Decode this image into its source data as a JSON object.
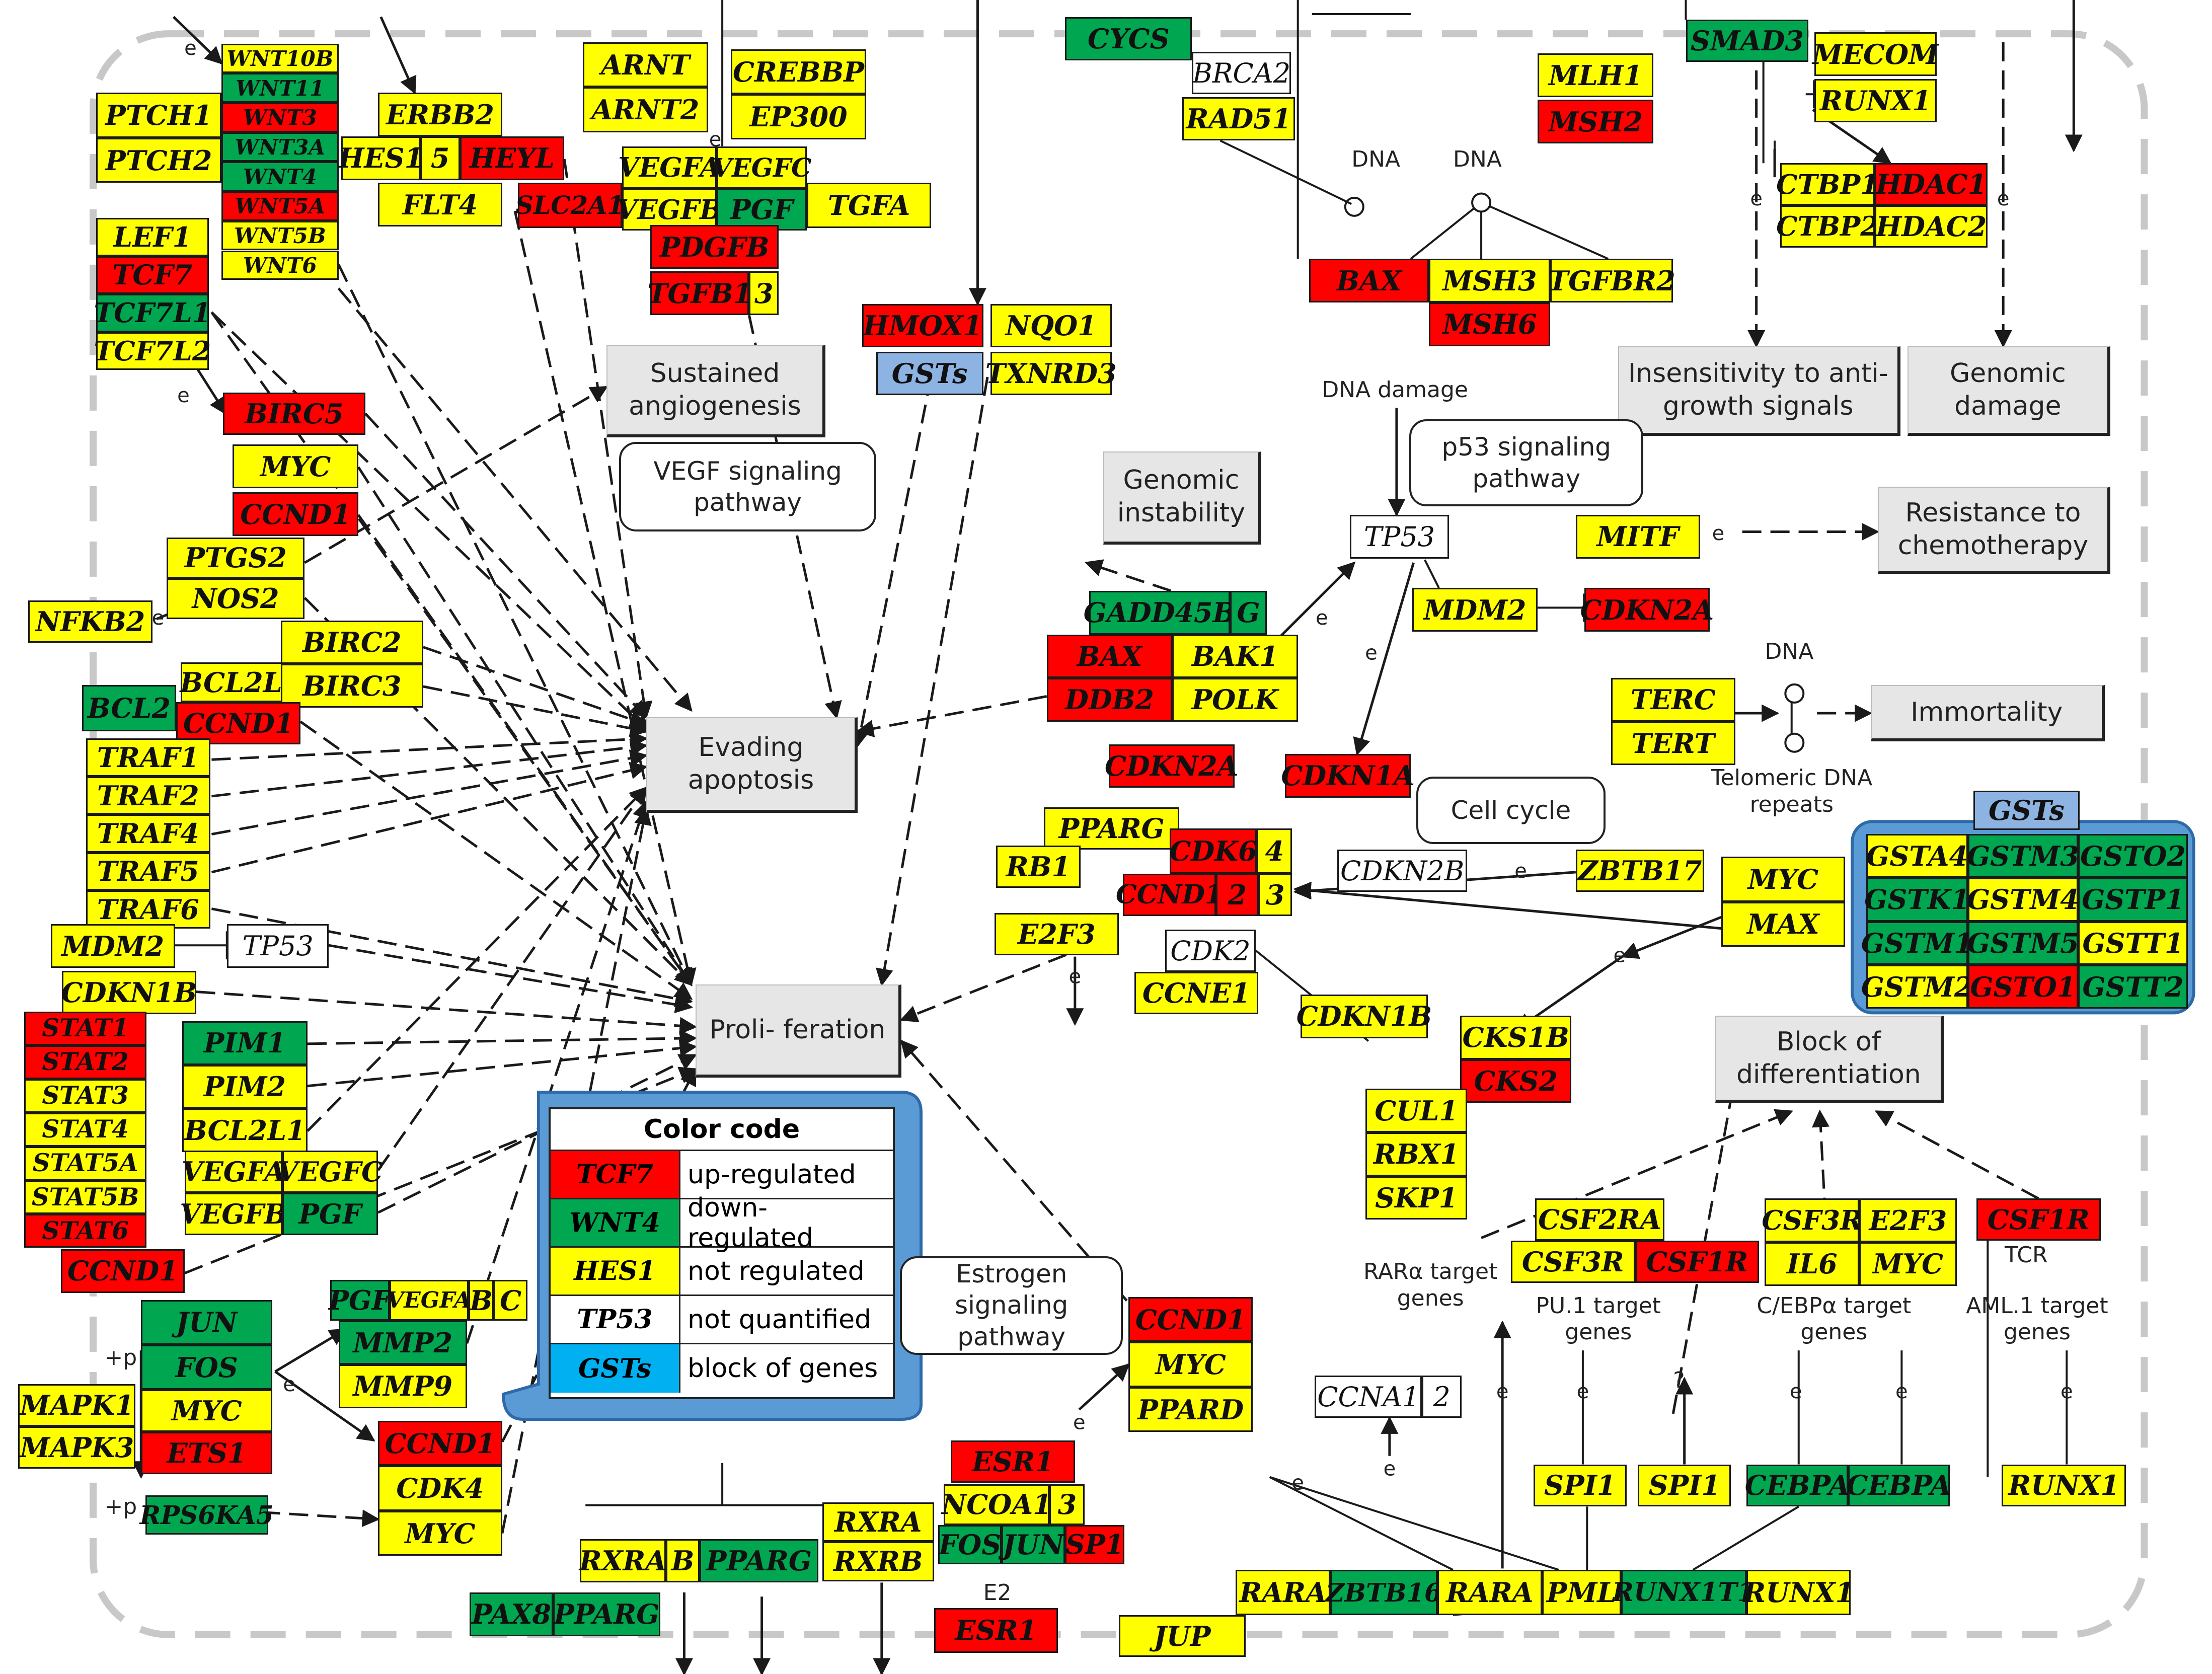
{
  "colors": {
    "up": "#ff0000",
    "down": "#00a650",
    "not_regulated": "#ffff00",
    "not_quantified": "#ffffff",
    "block": "#8db3e2",
    "process_fill": "#e6e6e6",
    "legend_frame": "#5b9bd5",
    "boundary": "#c8c8c8"
  },
  "genes": {
    "wnt10b": "WNT10B",
    "wnt11": "WNT11",
    "wnt3": "WNT3",
    "wnt3a": "WNT3A",
    "wnt4": "WNT4",
    "wnt5a": "WNT5A",
    "wnt5b": "WNT5B",
    "wnt6": "WNT6",
    "ptch1": "PTCH1",
    "ptch2": "PTCH2",
    "lef1": "LEF1",
    "tcf7": "TCF7",
    "tcf7l1": "TCF7L1",
    "tcf7l2": "TCF7L2",
    "erbb2": "ERBB2",
    "hes1": "HES1",
    "n5": "5",
    "heyl": "HEYL",
    "flt4": "FLT4",
    "arnt": "ARNT",
    "arnt2": "ARNT2",
    "crebbp": "CREBBP",
    "ep300": "EP300",
    "vegfa_top": "VEGFA",
    "vegfc_top": "VEGFC",
    "slc2a1": "SLC2A1",
    "vegfb_top": "VEGFB",
    "pgf_top": "PGF",
    "tgfa": "TGFA",
    "pdgfb": "PDGFB",
    "tgfb1": "TGFB1",
    "n3": "3",
    "cycs": "CYCS",
    "brca2": "BRCA2",
    "rad51": "RAD51",
    "mlh1": "MLH1",
    "msh2": "MSH2",
    "smad3": "SMAD3",
    "mecom": "MECOM",
    "runx1_top": "RUNX1",
    "ctbp1": "CTBP1",
    "hdac1": "HDAC1",
    "ctbp2": "CTBP2",
    "hdac2": "HDAC2",
    "bax_top": "BAX",
    "msh3": "MSH3",
    "tgfbr2": "TGFBR2",
    "msh6": "MSH6",
    "hmox1": "HMOX1",
    "nqo1": "NQO1",
    "gsts_top": "GSTs",
    "txnrd3": "TXNRD3",
    "birc5": "BIRC5",
    "myc_1": "MYC",
    "ccnd1_1": "CCND1",
    "ptgs2": "PTGS2",
    "nos2": "NOS2",
    "nfkb2": "NFKB2",
    "birc2": "BIRC2",
    "bcl2l1_1": "BCL2L1",
    "birc3": "BIRC3",
    "bcl2": "BCL2",
    "ccnd1_2": "CCND1",
    "traf1": "TRAF1",
    "traf2": "TRAF2",
    "traf4": "TRAF4",
    "traf5": "TRAF5",
    "traf6": "TRAF6",
    "mdm2_left": "MDM2",
    "tp53_left": "TP53",
    "cdkn1b_left": "CDKN1B",
    "stat1": "STAT1",
    "stat2": "STAT2",
    "stat3": "STAT3",
    "stat4": "STAT4",
    "stat5a": "STAT5A",
    "stat5b": "STAT5B",
    "stat6": "STAT6",
    "pim1": "PIM1",
    "pim2": "PIM2",
    "bcl2l1_2": "BCL2L1",
    "vegfa_2": "VEGFA",
    "vegfc_2": "VEGFC",
    "vegfb_2": "VEGFB",
    "pgf_2": "PGF",
    "ccnd1_3": "CCND1",
    "pgf_3": "PGF",
    "vegfa_3": "VEGFA",
    "b_3": "B",
    "c_3": "C",
    "mmp2": "MMP2",
    "mmp9": "MMP9",
    "jun_1": "JUN",
    "fos_1": "FOS",
    "myc_2": "MYC",
    "ets1": "ETS1",
    "mapk1": "MAPK1",
    "mapk3": "MAPK3",
    "rps6ka5": "RPS6KA5",
    "ccnd1_4": "CCND1",
    "cdk4": "CDK4",
    "myc_3": "MYC",
    "gadd45b": "GADD45B",
    "g": "G",
    "bax_mid": "BAX",
    "bak1": "BAK1",
    "ddb2": "DDB2",
    "polk": "POLK",
    "tp53_mid": "TP53",
    "mdm2_mid": "MDM2",
    "cdkn2a_1": "CDKN2A",
    "mitf": "MITF",
    "terc": "TERC",
    "tert": "TERT",
    "cdkn2a_2": "CDKN2A",
    "cdkn1a": "CDKN1A",
    "pparg_mid": "PPARG",
    "rb1": "RB1",
    "cdk6": "CDK6",
    "n4": "4",
    "ccnd1_5": "CCND1",
    "n2": "2",
    "n3b": "3",
    "cdkn2b": "CDKN2B",
    "zbtb17": "ZBTB17",
    "myc_4": "MYC",
    "max": "MAX",
    "e2f3_1": "E2F3",
    "cdk2": "CDK2",
    "ccne1": "CCNE1",
    "cdkn1b_mid": "CDKN1B",
    "cks1b": "CKS1B",
    "cks2": "CKS2",
    "cul1": "CUL1",
    "rbx1": "RBX1",
    "skp1": "SKP1",
    "gsts_group": "GSTs",
    "gsta4": "GSTA4",
    "gstm3": "GSTM3",
    "gsto2": "GSTO2",
    "gstk1": "GSTK1",
    "gstm4": "GSTM4",
    "gstp1": "GSTP1",
    "gstm1": "GSTM1",
    "gstm5": "GSTM5",
    "gstt1": "GSTT1",
    "gstm2": "GSTM2",
    "gsto1": "GSTO1",
    "gstt2": "GSTT2",
    "csf2ra": "CSF2RA",
    "csf3r_1": "CSF3R",
    "csf1r_1": "CSF1R",
    "csf3r_2": "CSF3R",
    "e2f3_2": "E2F3",
    "il6": "IL6",
    "myc_5": "MYC",
    "csf1r_2": "CSF1R",
    "ccnd1_6": "CCND1",
    "myc_6": "MYC",
    "ppard": "PPARD",
    "ccna1": "CCNA1",
    "n2b": "2",
    "esr1_1": "ESR1",
    "ncoa1": "NCOA1",
    "n3c": "3",
    "fos_2": "FOS",
    "jun_2": "JUN",
    "sp1": "SP1",
    "esr1_2": "ESR1",
    "rxra_1": "RXRA",
    "b_1": "B",
    "pparg_1": "PPARG",
    "rxra_2": "RXRA",
    "rxrb": "RXRB",
    "pax8": "PAX8",
    "pparg_2": "PPARG",
    "spi1_1": "SPI1",
    "spi1_2": "SPI1",
    "cebpa_1": "CEBPA",
    "cebpa_2": "CEBPA",
    "runx1_b": "RUNX1",
    "rara_1": "RARA",
    "zbtb16": "ZBTB16",
    "rara_2": "RARA",
    "pml": "PML",
    "runx1t1": "RUNX1T1",
    "runx1_c": "RUNX1",
    "jup": "JUP"
  },
  "processes": {
    "angiogenesis": "Sustained angiogenesis",
    "apoptosis": "Evading apoptosis",
    "proliferation": "Proli- feration",
    "instability": "Genomic instability",
    "insensitivity": "Insensitivity to anti-growth signals",
    "genomic_damage": "Genomic damage",
    "resistance": "Resistance to chemotherapy",
    "immortality": "Immortality",
    "differentiation": "Block of differentiation"
  },
  "pathways": {
    "vegf": "VEGF signaling pathway",
    "p53": "p53 signaling pathway",
    "cell_cycle": "Cell cycle",
    "estrogen": "Estrogen signaling pathway"
  },
  "labels": {
    "dna_1": "DNA",
    "dna_2": "DNA",
    "dna_damage": "DNA damage",
    "dna_3": "DNA",
    "telomeric": "Telomeric DNA repeats",
    "plus_p_1": "+p",
    "plus_p_2": "+p",
    "e2": "E2",
    "rara_target": "RARα target genes",
    "pu1_target": "PU.1 target genes",
    "cebpa_target": "C/EBPα target genes",
    "tcr": "TCR",
    "aml1_target": "AML.1 target genes",
    "question": "?"
  },
  "edge_marks": {
    "expression": "e"
  },
  "legend": {
    "title": "Color code",
    "rows": [
      {
        "sample": "TCF7",
        "text": "up-regulated"
      },
      {
        "sample": "WNT4",
        "text": "down-regulated"
      },
      {
        "sample": "HES1",
        "text": "not regulated"
      },
      {
        "sample": "TP53",
        "text": "not quantified"
      },
      {
        "sample": "GSTs",
        "text": "block of genes"
      }
    ]
  }
}
